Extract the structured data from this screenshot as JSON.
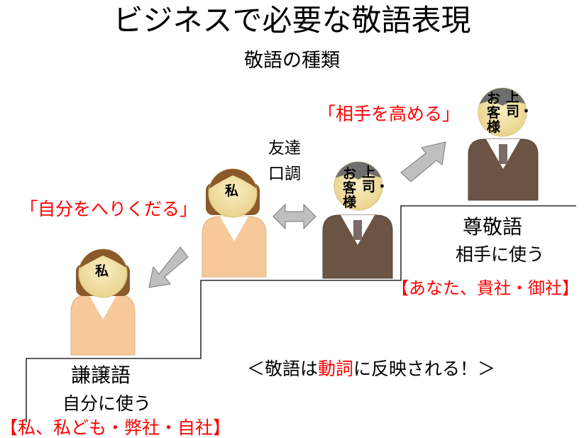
{
  "title": "ビジネスで必要な敬語表現",
  "subtitle": "敬語の種類",
  "labels": {
    "humble_phrase": "「自分をへりくだる」",
    "respect_phrase": "「相手を高める」",
    "casual_line1": "友達",
    "casual_line2": "口調"
  },
  "sonkeigo": {
    "name": "尊敬語",
    "usage": "相手に使う",
    "examples": "【あなた、貴社・御社】"
  },
  "kenjougo": {
    "name": "謙譲語",
    "usage": "自分に使う",
    "examples": "【私、私ども・弊社・自社】"
  },
  "note": {
    "prefix": "＜敬語は",
    "highlight": "動詞",
    "suffix": "に反映される！＞"
  },
  "faces": {
    "self": "私",
    "boss_col1": "お客様",
    "boss_col2": "上司・"
  },
  "colors": {
    "accent_red": "#ff0000",
    "woman_hair": "#8a5a2b",
    "woman_body": "#f6c89a",
    "man_hair": "#6e6e6e",
    "man_body": "#6b5443",
    "skin": "#f5e3a8",
    "arrow": "#bfbfbf"
  }
}
